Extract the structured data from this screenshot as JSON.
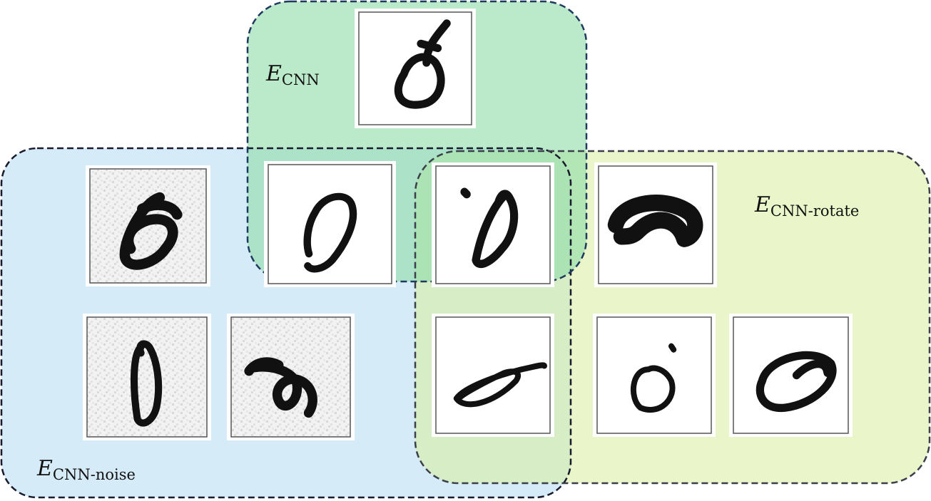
{
  "sets": [
    {
      "id": "cnn",
      "symbol": "E",
      "subscript": "CNN",
      "fill": "#b8e8c8",
      "border": "#1f3a5f"
    },
    {
      "id": "cnn-noise",
      "symbol": "E",
      "subscript": "CNN-noise",
      "fill": "#d6ebf8",
      "border": "#1a1a2e"
    },
    {
      "id": "cnn-rotate",
      "symbol": "E",
      "subscript": "CNN-rotate",
      "fill": "#e4f2c4",
      "border": "#3a3f4a"
    }
  ],
  "samples": [
    {
      "digit": "digit-8-like",
      "regions": [
        "cnn"
      ]
    },
    {
      "digit": "digit-6-noisy",
      "regions": [
        "cnn-noise"
      ]
    },
    {
      "digit": "digit-0",
      "regions": [
        "cnn",
        "cnn-noise"
      ]
    },
    {
      "digit": "digit-0-slanted",
      "regions": [
        "cnn",
        "cnn-noise",
        "cnn-rotate"
      ]
    },
    {
      "digit": "digit-0-flat",
      "regions": [
        "cnn-rotate"
      ]
    },
    {
      "digit": "digit-0-noisy",
      "regions": [
        "cnn-noise"
      ]
    },
    {
      "digit": "digit-6-noisy-curl",
      "regions": [
        "cnn-noise"
      ]
    },
    {
      "digit": "digit-0-elongated",
      "regions": [
        "cnn-noise",
        "cnn-rotate"
      ]
    },
    {
      "digit": "digit-0-small",
      "regions": [
        "cnn-rotate"
      ]
    },
    {
      "digit": "digit-0-oval",
      "regions": [
        "cnn-rotate"
      ]
    }
  ]
}
